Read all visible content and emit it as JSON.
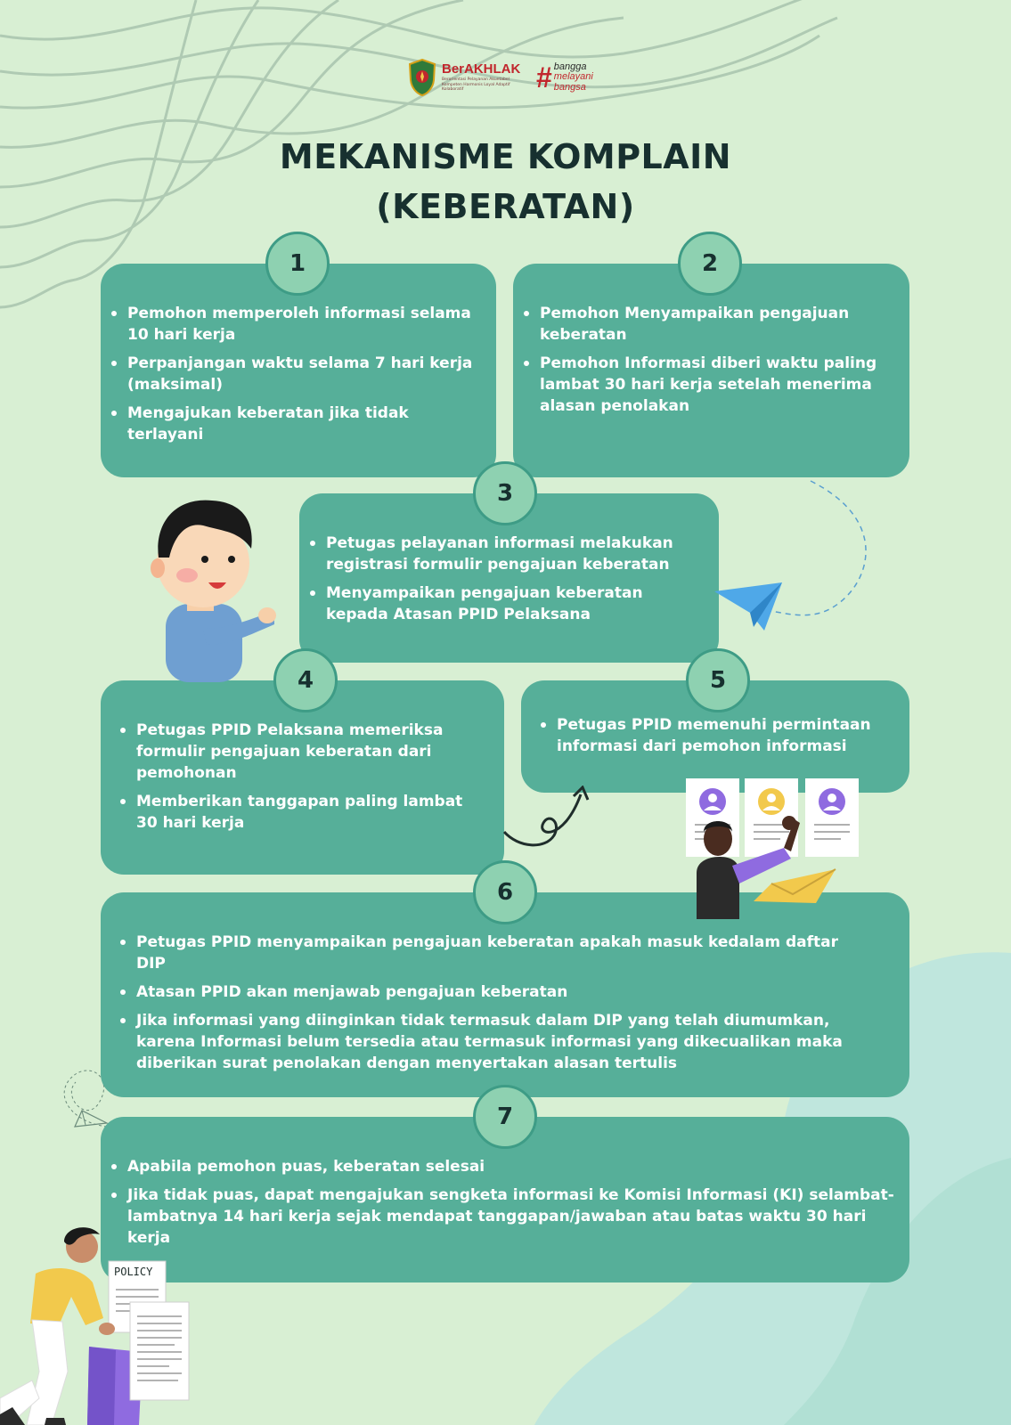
{
  "logo": {
    "brand": "BerAKHLAK",
    "tagline": "Berorientasi Pelayanan Akuntabel Kompeten Harmonis Loyal Adaptif Kolaboratif",
    "hashtag": [
      "bangga",
      "melayani",
      "bangsa"
    ]
  },
  "title": {
    "line1": "MEKANISME KOMPLAIN",
    "line2": "(KEBERATAN)"
  },
  "steps": [
    {
      "number": "1",
      "items": [
        "Pemohon memperoleh informasi selama 10 hari kerja",
        "Perpanjangan waktu selama 7 hari kerja (maksimal)",
        "Mengajukan keberatan jika tidak terlayani"
      ]
    },
    {
      "number": "2",
      "items": [
        "Pemohon Menyampaikan pengajuan keberatan",
        "Pemohon Informasi diberi waktu paling lambat 30 hari kerja setelah menerima alasan penolakan"
      ]
    },
    {
      "number": "3",
      "items": [
        "Petugas pelayanan informasi melakukan registrasi formulir pengajuan keberatan",
        "Menyampaikan pengajuan keberatan kepada Atasan PPID Pelaksana"
      ]
    },
    {
      "number": "4",
      "items": [
        "Petugas PPID Pelaksana memeriksa formulir pengajuan keberatan dari pemohonan",
        "Memberikan tanggapan paling lambat 30 hari kerja"
      ]
    },
    {
      "number": "5",
      "items": [
        "Petugas PPID memenuhi permintaan informasi dari pemohon informasi"
      ]
    },
    {
      "number": "6",
      "items": [
        "Petugas PPID menyampaikan pengajuan keberatan apakah masuk kedalam daftar DIP",
        "Atasan PPID akan menjawab pengajuan keberatan",
        "Jika informasi yang diinginkan tidak termasuk dalam DIP yang telah diumumkan, karena Informasi belum tersedia atau termasuk informasi yang dikecualikan maka diberikan surat penolakan dengan menyertakan alasan tertulis"
      ]
    },
    {
      "number": "7",
      "items": [
        "Apabila pemohon puas, keberatan selesai",
        "Jika tidak puas, dapat mengajukan sengketa informasi ke Komisi Informasi (KI) selambat-lambatnya 14 hari kerja sejak mendapat tanggapan/jawaban atau batas waktu 30 hari kerja"
      ]
    }
  ],
  "illustrations": {
    "policy_label": "POLICY"
  },
  "colors": {
    "background": "#d8efd3",
    "card": "#56af99",
    "badge": "#8ed1b1",
    "title": "#17302f",
    "brand_red": "#c1272d"
  }
}
